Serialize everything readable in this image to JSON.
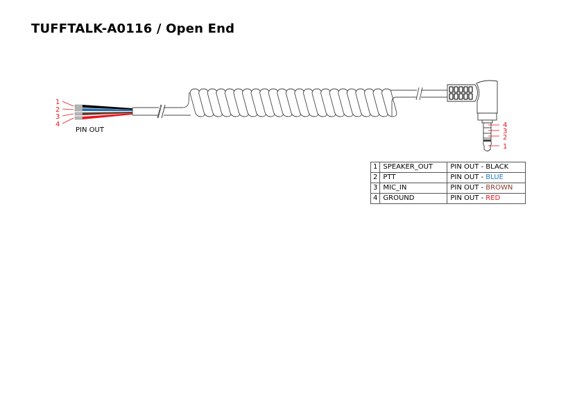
{
  "title": "TUFFTALK-A0116 / Open End",
  "open_end": {
    "caption": "PIN OUT",
    "pin_labels": [
      "1",
      "2",
      "3",
      "4"
    ],
    "wires": [
      {
        "pin": "1",
        "color": "#000000"
      },
      {
        "pin": "2",
        "color": "#1f6fb5"
      },
      {
        "pin": "3",
        "color": "#6b3a2a"
      },
      {
        "pin": "4",
        "color": "#e8141e"
      }
    ]
  },
  "jack": {
    "pin_labels": [
      "4",
      "3",
      "2",
      "1"
    ]
  },
  "pin_table": {
    "rows": [
      {
        "num": "1",
        "signal": "SPEAKER_OUT",
        "prefix": "PIN OUT - ",
        "color_name": "BLACK",
        "color": "#000000"
      },
      {
        "num": "2",
        "signal": "PTT",
        "prefix": "PIN OUT - ",
        "color_name": "BLUE",
        "color": "#1f78c8"
      },
      {
        "num": "3",
        "signal": "MIC_IN",
        "prefix": "PIN OUT - ",
        "color_name": "BROWN",
        "color": "#8b3a2a"
      },
      {
        "num": "4",
        "signal": "GROUND",
        "prefix": "PIN OUT - ",
        "color_name": "RED",
        "color": "#e8141e"
      }
    ]
  }
}
